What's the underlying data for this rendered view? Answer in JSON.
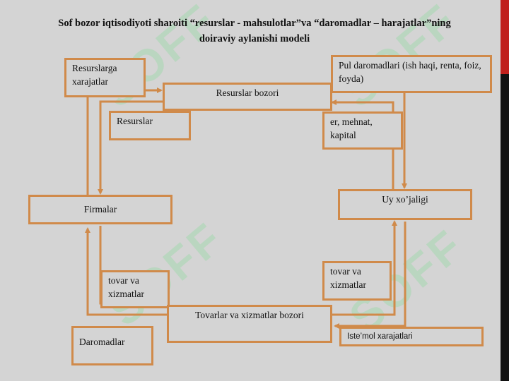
{
  "title": {
    "line1": "Sof bozor iqtisodiyoti sharoiti “resurslar - mahsulotlar”va “daromadlar – harajatlar”ning",
    "line2": "doiraviy aylanishi modeli"
  },
  "boxes": {
    "resurslarga_xarajatlar": "Resurslarga xarajatlar",
    "resurslar_bozori": "Resurslar bozori",
    "pul_daromadlari": "Pul daromadlari (ish haqi, renta, foiz, foyda)",
    "resurslar": "Resurslar",
    "yer_mehnat_kapital": "er, mehnat, kapital",
    "firmalar": "Firmalar",
    "uy_xojaligi": "Uy xo’jaligi",
    "tovar_xizmatlar_left": "tovar va xizmatlar",
    "tovar_xizmatlar_right": "tovar va xizmatlar",
    "tovarlar_bozori": "Tovarlar va xizmatlar bozori",
    "daromadlar": "Daromadlar",
    "istemol_xarajatlari": "Iste’mol xarajatlari"
  },
  "watermark": "SOFF",
  "colors": {
    "accent": "#d08a4a",
    "background": "#d4d4d4",
    "sidebar_red": "#c0201c",
    "sidebar_black": "#111111"
  }
}
